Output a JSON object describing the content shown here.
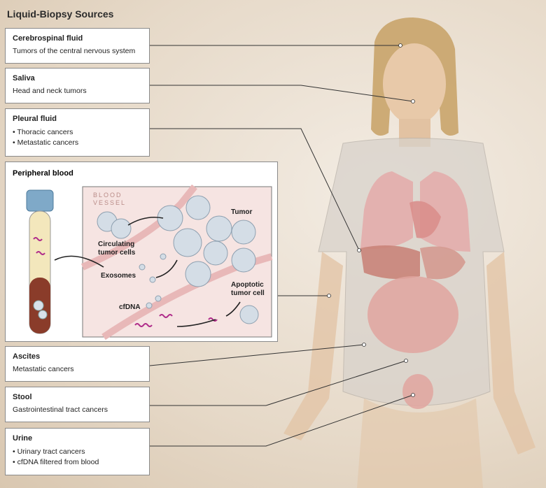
{
  "title": "Liquid-Biopsy Sources",
  "sources": [
    {
      "name": "Cerebrospinal fluid",
      "desc": "Tumors of the central nervous system"
    },
    {
      "name": "Saliva",
      "desc": "Head and neck tumors"
    },
    {
      "name": "Pleural fluid",
      "items": [
        "Thoracic cancers",
        "Metastatic cancers"
      ]
    },
    {
      "name": "Ascites",
      "desc": "Metastatic cancers"
    },
    {
      "name": "Stool",
      "desc": "Gastrointestinal tract cancers"
    },
    {
      "name": "Urine",
      "items": [
        "Urinary tract cancers",
        "cfDNA filtered from blood"
      ]
    }
  ],
  "blood": {
    "name": "Peripheral blood",
    "vessel_label": [
      "BLOOD",
      "VESSEL"
    ],
    "tumor": "Tumor",
    "ctc": [
      "Circulating",
      "tumor cells"
    ],
    "exosomes": "Exosomes",
    "apoptotic": [
      "Apoptotic",
      "tumor cell"
    ],
    "cfdna": "cfDNA"
  }
}
